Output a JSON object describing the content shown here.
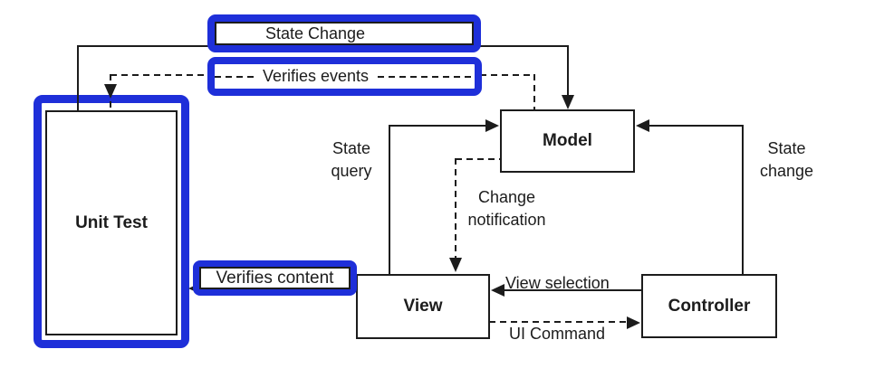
{
  "colors": {
    "accent_blue": "#1e2fd9",
    "line": "#1c1c1c",
    "background": "#ffffff"
  },
  "nodes": {
    "unit_test": {
      "label": "Unit Test"
    },
    "model": {
      "label": "Model"
    },
    "view": {
      "label": "View"
    },
    "controller": {
      "label": "Controller"
    }
  },
  "test_annotations": {
    "state_change": {
      "label": "State Change",
      "line_style": "solid"
    },
    "verifies_events": {
      "label": "Verifies events",
      "line_style": "dashed"
    },
    "verifies_content": {
      "label": "Verifies content",
      "line_style": "solid"
    }
  },
  "edge_labels": {
    "state_query": "State query",
    "change_notification": "Change notification",
    "state_change": "State change",
    "view_selection": "View selection",
    "ui_command": "UI Command"
  }
}
